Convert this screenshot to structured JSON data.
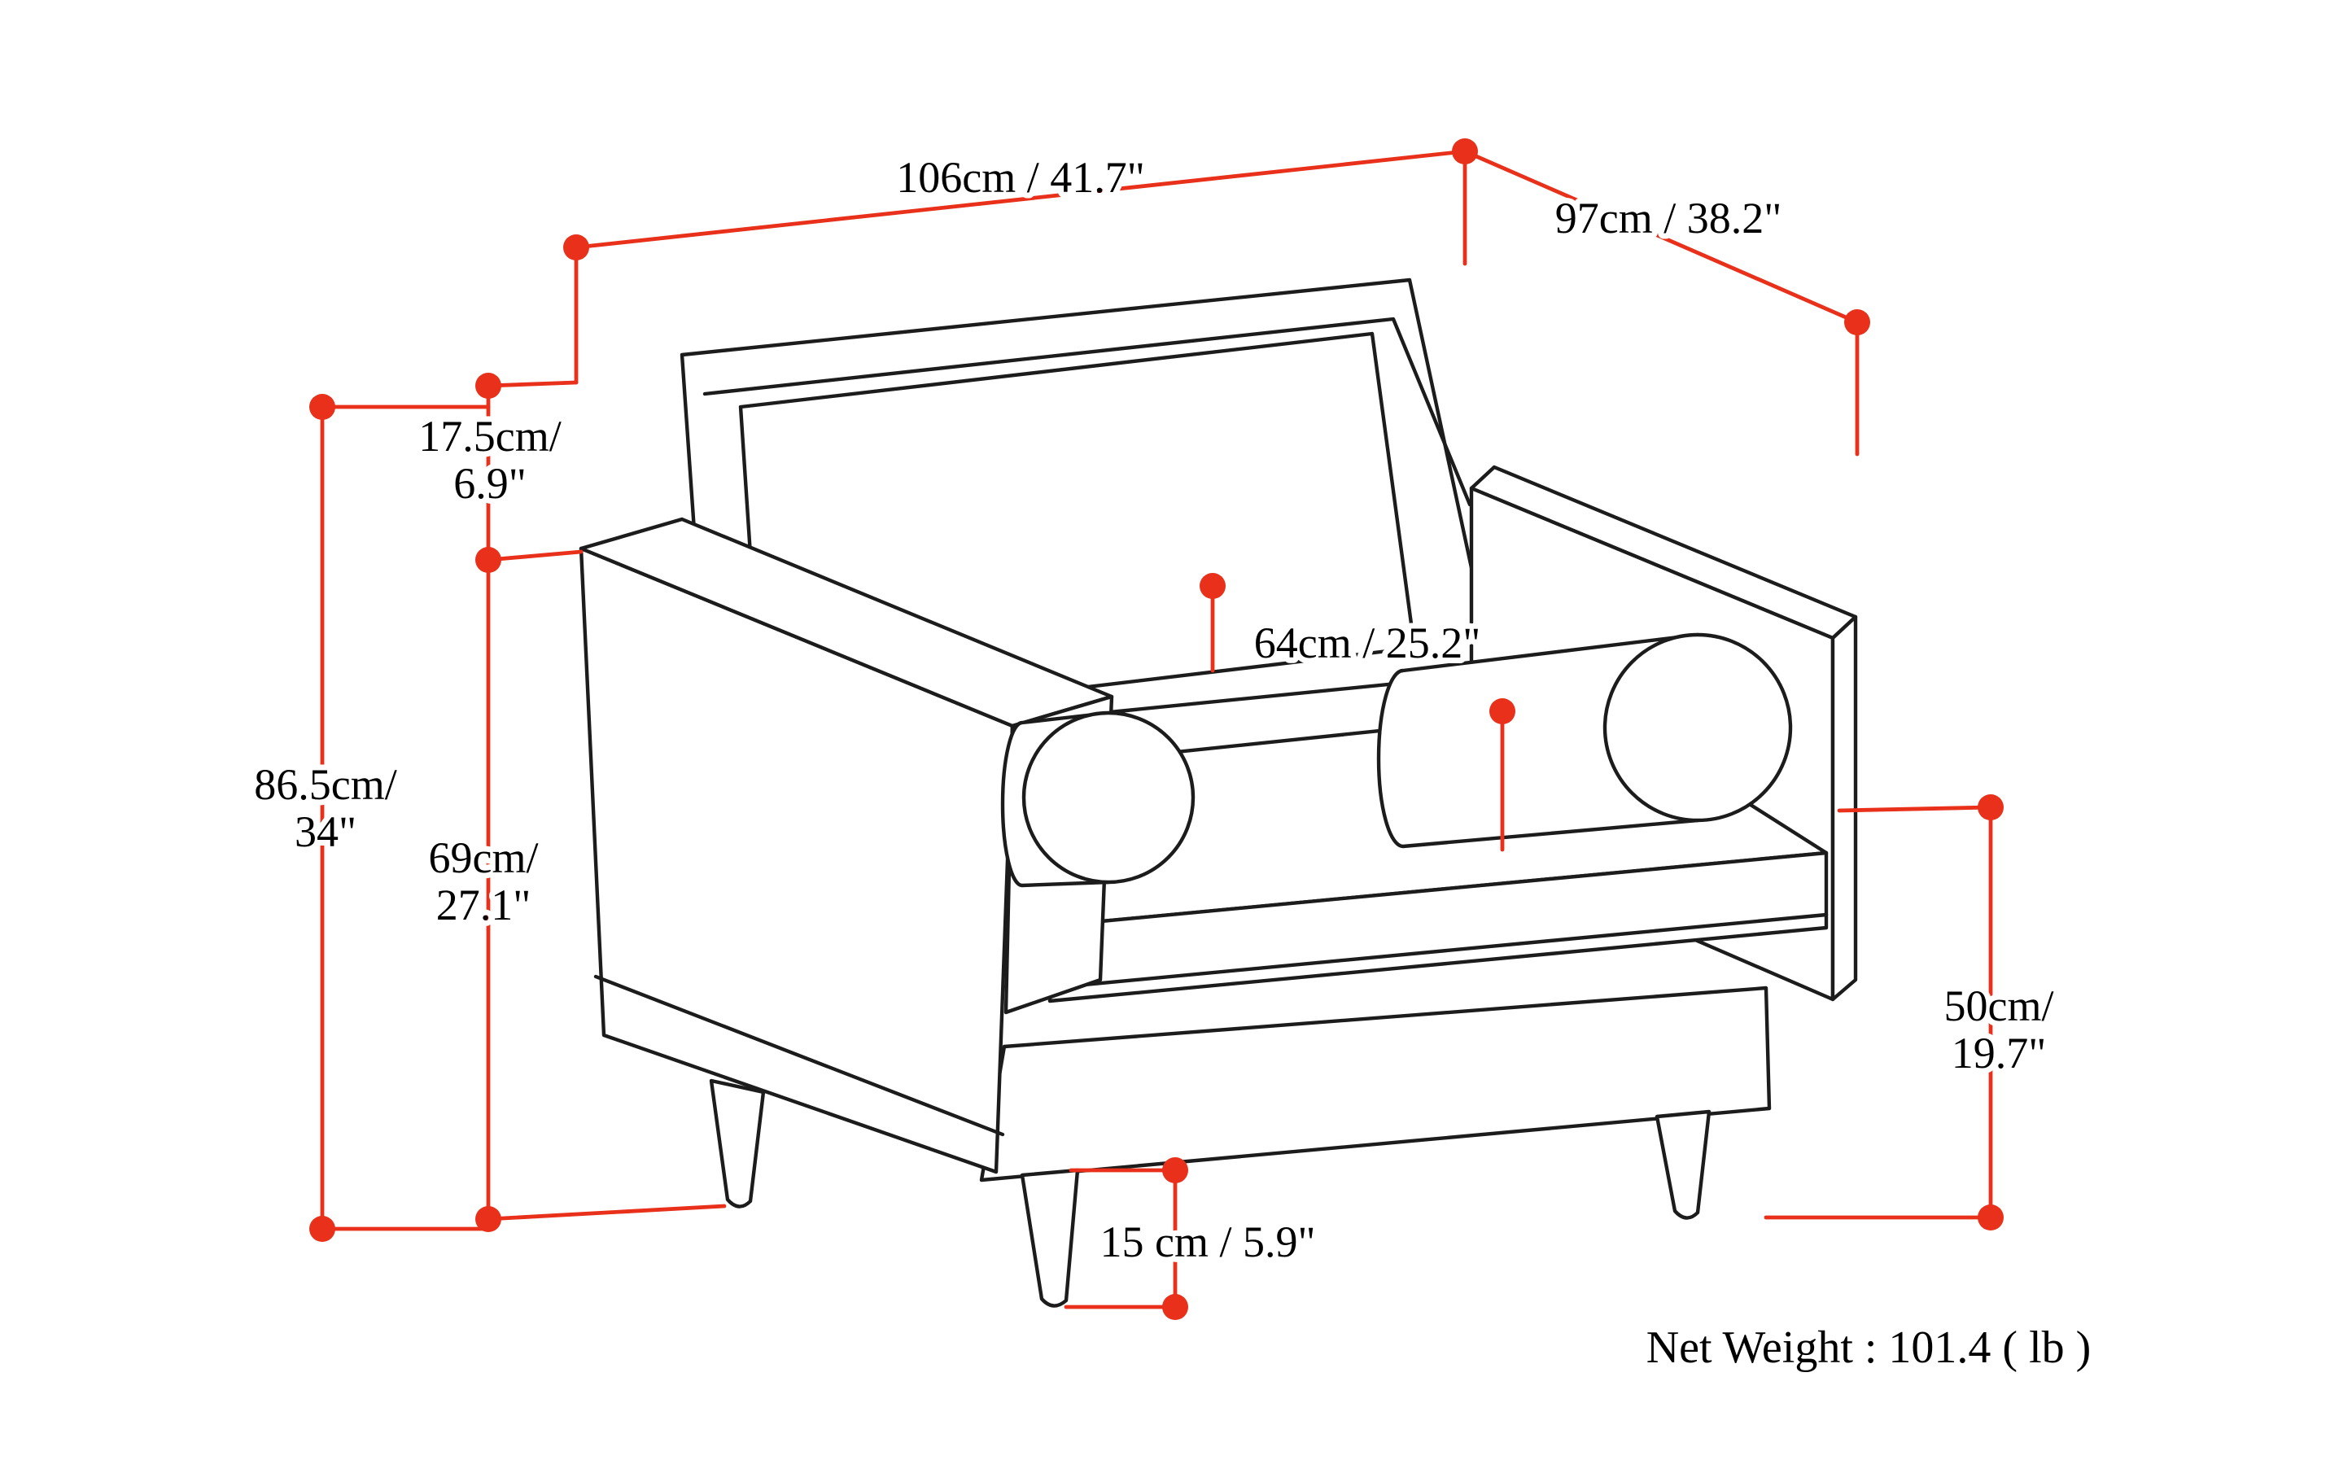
{
  "diagram": {
    "type": "product-dimension-diagram",
    "product": "armchair line drawing with red dimension callouts",
    "colors": {
      "accent": "#e8301a",
      "line": "#1c1c1c",
      "background": "#ffffff"
    }
  },
  "labels": {
    "width": "106cm / 41.7\"",
    "depth": "97cm / 38.2\"",
    "back_top": {
      "l1": "17.5cm/",
      "l2": "6.9\""
    },
    "overall_height": {
      "l1": "86.5cm/",
      "l2": "34\""
    },
    "arm_height": {
      "l1": "69cm/",
      "l2": "27.1\""
    },
    "seat_width": "64cm / 25.2\"",
    "seat_height": {
      "l1": "50cm/",
      "l2": "19.7\""
    },
    "leg_height": "15 cm / 5.9\"",
    "net_weight": "Net Weight : 101.4 ( lb )"
  }
}
